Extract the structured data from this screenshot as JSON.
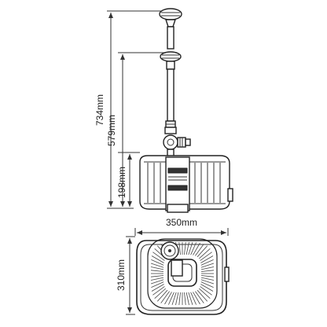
{
  "side_view": {
    "dimensions": {
      "total_height": "734mm",
      "riser_height": "579mm",
      "body_height": "198mm"
    }
  },
  "top_view": {
    "dimensions": {
      "width": "350mm",
      "depth": "310mm"
    }
  }
}
